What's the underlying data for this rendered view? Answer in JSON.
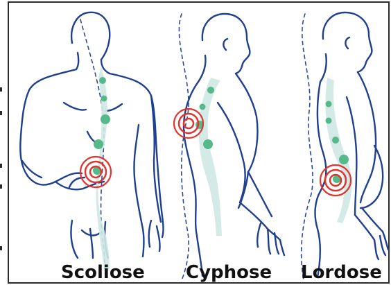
{
  "captions": {
    "scoliosis": "Scoliose",
    "kyphosis": "Cyphose",
    "lordosis": "Lordose"
  },
  "colors": {
    "outline": "#1f3f8f",
    "dashed": "#2c4a9a",
    "spine_shade": "#cfe8e4",
    "vertebra_dot": "#56b98a",
    "pain_ring": "#e0342c",
    "border": "#2b2b2b"
  }
}
